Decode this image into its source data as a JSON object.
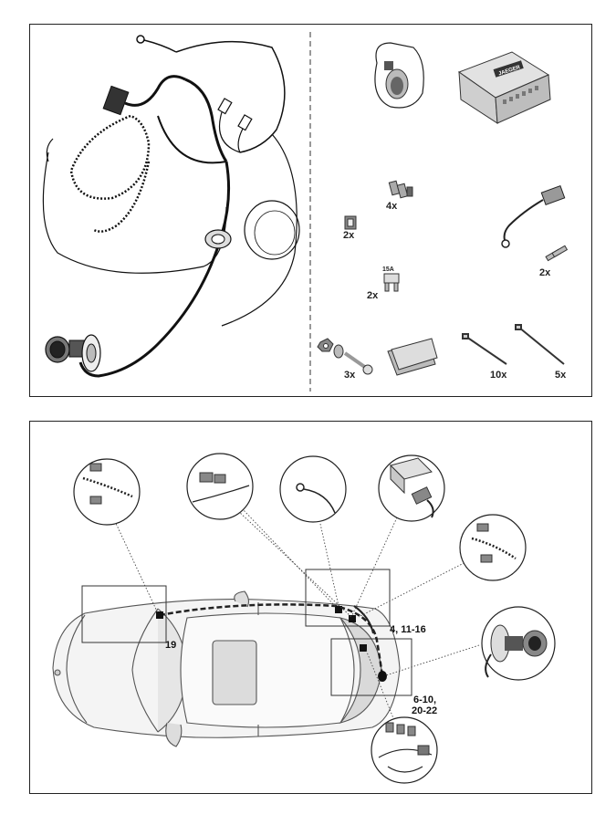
{
  "top_panel": {
    "quantities": {
      "contacts": "4x",
      "clip_left": "2x",
      "fuse_label": "15A",
      "fuse": "2x",
      "terminals": "2x",
      "bolts": "3x",
      "ties_short": "10x",
      "ties_long": "5x"
    },
    "module_brand": "JAEGER"
  },
  "bottom_panel": {
    "callouts": {
      "left": "19",
      "middle": "4, 11-16",
      "right_line1": "6-10,",
      "right_line2": "20-22"
    }
  }
}
